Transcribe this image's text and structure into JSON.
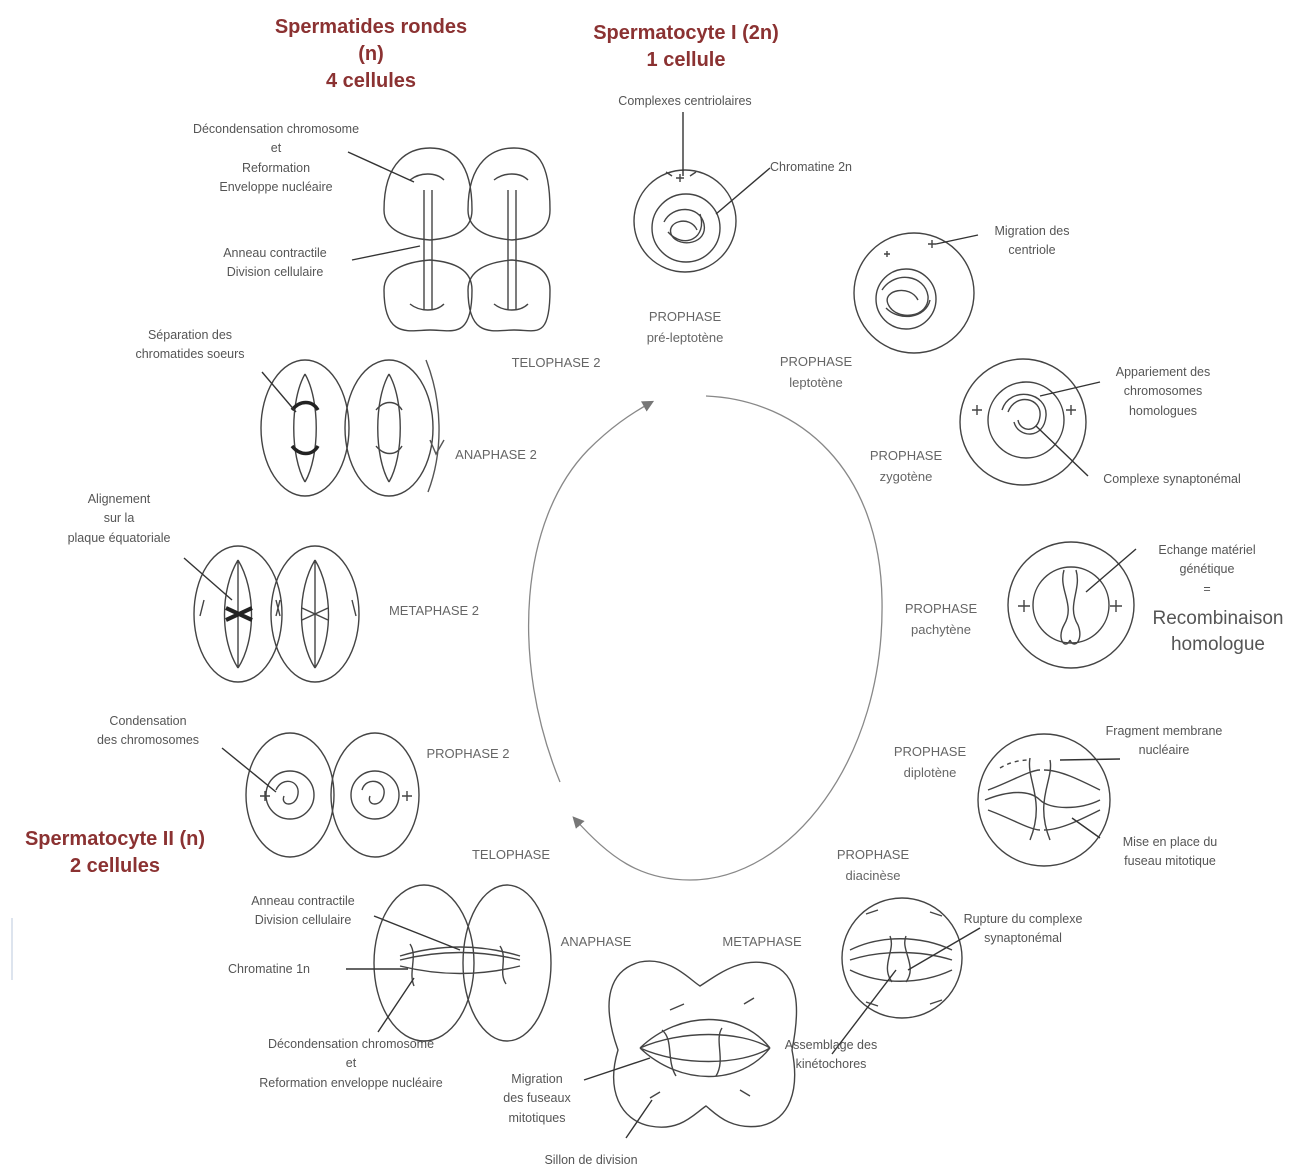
{
  "cell_titles": {
    "spermatocyte1": "Spermatocyte I (2n)\n1 cellule",
    "spermatides": "Spermatides rondes\n(n)\n4 cellules",
    "spermatocyte2": "Spermatocyte II (n)\n2 cellules"
  },
  "stages": {
    "preleptotene": "PROPHASE\npré-leptotène",
    "leptotene": "PROPHASE\nleptotène",
    "zygotene": "PROPHASE\nzygotène",
    "pachytene": "PROPHASE\npachytène",
    "diplotene": "PROPHASE\ndiplotène",
    "diacinese": "PROPHASE\ndiacinèse",
    "metaphase": "METAPHASE",
    "anaphase": "ANAPHASE",
    "telophase": "TELOPHASE",
    "prophase2": "PROPHASE 2",
    "metaphase2": "METAPHASE 2",
    "anaphase2": "ANAPHASE 2",
    "telophase2": "TELOPHASE 2"
  },
  "annotations": {
    "complexes_centriolaires": "Complexes centriolaires",
    "chromatine_2n": "Chromatine 2n",
    "migration_centriole": "Migration des\ncentriole",
    "appariement": "Appariement des\nchromosomes\nhomologues",
    "complexe_synaptonemal": "Complexe synaptonémal",
    "echange": "Echange matériel\ngénétique\n=",
    "recombinaison": "Recombinaison\nhomologue",
    "fragment_membrane": "Fragment membrane\nnucléaire",
    "mise_en_place_fuseau": "Mise en place du\nfuseau mitotique",
    "rupture_complexe": "Rupture du complexe\nsynaptonémal",
    "assemblage_kinetochores": "Assemblage des\nkinétochores",
    "sillon_division": "Sillon de division",
    "migration_fuseaux": "Migration\ndes fuseaux\nmitotiques",
    "decondensation_reformation": "Décondensation chromosome\net\nReformation enveloppe nucléaire",
    "chromatine_1n": "Chromatine 1n",
    "anneau_division": "Anneau contractile\nDivision cellulaire",
    "condensation": "Condensation\ndes chromosomes",
    "alignement": "Alignement\nsur la\nplaque équatoriale",
    "separation_chromatides": "Séparation des\nchromatides soeurs",
    "anneau_division_2": "Anneau contractile\nDivision cellulaire",
    "decondensation_enveloppe": "Décondensation chromosome\net\nReformation\nEnveloppe nucléaire"
  }
}
